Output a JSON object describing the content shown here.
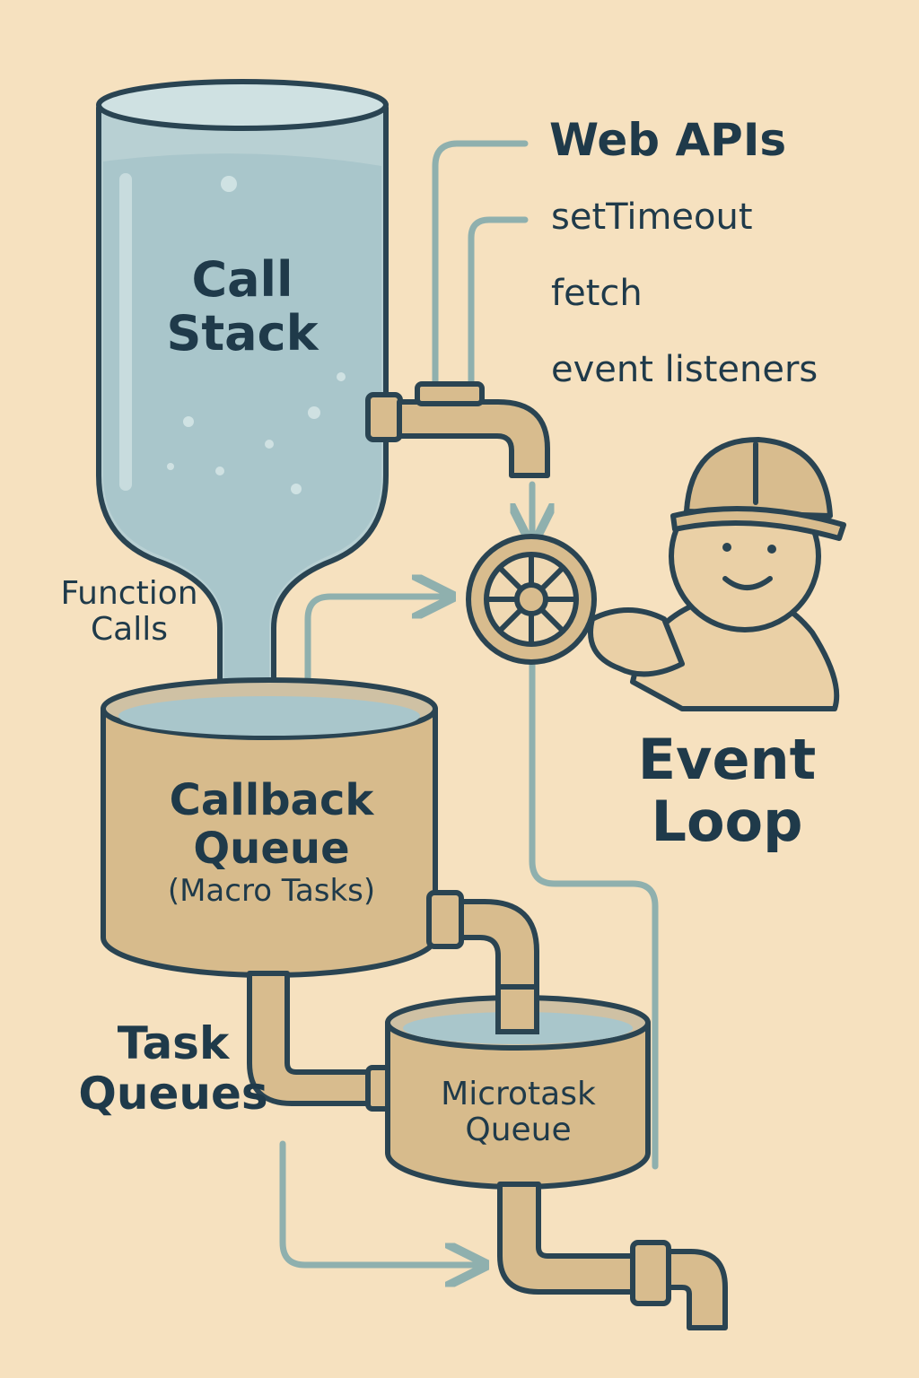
{
  "diagram": {
    "call_stack": {
      "line1": "Call",
      "line2": "Stack"
    },
    "web_apis": {
      "title": "Web APIs",
      "items": [
        "setTimeout",
        "fetch",
        "event listeners"
      ]
    },
    "function_calls": {
      "line1": "Function",
      "line2": "Calls"
    },
    "callback_queue": {
      "line1": "Callback",
      "line2": "Queue",
      "line3": "(Macro Tasks)"
    },
    "event_loop": {
      "line1": "Event",
      "line2": "Loop"
    },
    "task_queues": {
      "line1": "Task",
      "line2": "Queues"
    },
    "microtask_queue": {
      "line1": "Microtask",
      "line2": "Queue"
    }
  },
  "colors": {
    "background": "#f6e1bf",
    "outline": "#2a4452",
    "water": "#a9c6cb",
    "water_dark": "#8fb3b9",
    "pipe": "#d8bc8e",
    "tank": "#d7bb8c",
    "connector": "#8fb0ae",
    "text": "#1f3a4a"
  },
  "icons": [
    "faucet-icon",
    "valve-wheel-icon",
    "worker-character-icon",
    "drain-pipe-icon"
  ]
}
